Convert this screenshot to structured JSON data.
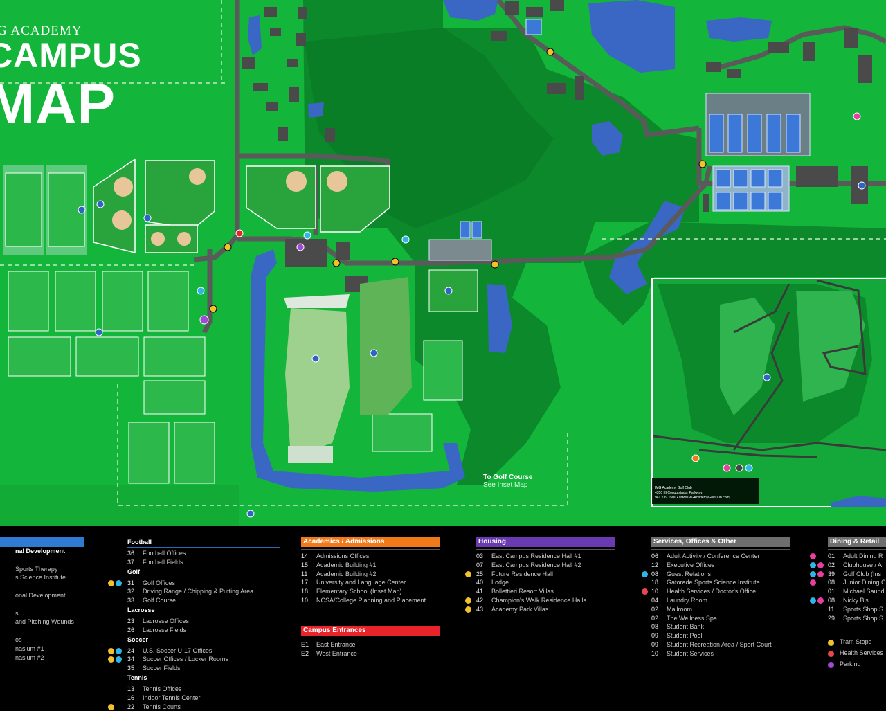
{
  "map": {
    "title_small": "G ACADEMY",
    "title_line1": "CAMPUS",
    "title_line2": "MAP",
    "golf_label": "To Golf Course",
    "golf_sub": "See Inset Map",
    "inset_caption": [
      "IMG Academy Golf Club",
      "4350 El Conquistador Parkway",
      "941.739.1500 • www.IMGAcademyGolfClub.com"
    ],
    "colors": {
      "grass": "#13b53a",
      "forest": "#0d8a2b",
      "water": "#3a66c4",
      "road": "#5b5b5b",
      "field_dark": "#25a13a",
      "court": "#3b78d8"
    }
  },
  "legend": {
    "col1": {
      "header": "",
      "header_color": "#2f7bd1",
      "items": [
        {
          "n": "",
          "t": "nal Development",
          "bold": true
        },
        {
          "n": "",
          "t": ""
        },
        {
          "n": "",
          "t": "Sports Therapy"
        },
        {
          "n": "",
          "t": "s Science Institute"
        },
        {
          "n": "",
          "t": ""
        },
        {
          "n": "",
          "t": "onal Development"
        },
        {
          "n": "",
          "t": ""
        },
        {
          "n": "",
          "t": "s"
        },
        {
          "n": "",
          "t": "and Pitching Wounds"
        },
        {
          "n": "",
          "t": ""
        },
        {
          "n": "",
          "t": "os"
        },
        {
          "n": "",
          "t": "nasium #1"
        },
        {
          "n": "",
          "t": "nasium #2"
        }
      ]
    },
    "col2": {
      "sections": [
        {
          "name": "Football",
          "items": [
            {
              "n": "36",
              "t": "Football Offices"
            },
            {
              "n": "37",
              "t": "Football Fields"
            }
          ]
        },
        {
          "name": "Golf",
          "items": [
            {
              "n": "31",
              "t": "Golf Offices",
              "dots": [
                "#f2c12e",
                "#2fb6e6"
              ]
            },
            {
              "n": "32",
              "t": "Driving Range / Chipping & Putting Area"
            },
            {
              "n": "33",
              "t": "Golf Course"
            }
          ]
        },
        {
          "name": "Lacrosse",
          "items": [
            {
              "n": "23",
              "t": "Lacrosse Offices"
            },
            {
              "n": "26",
              "t": "Lacrosse Fields"
            }
          ]
        },
        {
          "name": "Soccer",
          "items": [
            {
              "n": "24",
              "t": "U.S. Soccer U-17 Offices",
              "dots": [
                "#f2c12e",
                "#2fb6e6"
              ]
            },
            {
              "n": "34",
              "t": "Soccer Offices / Locker Rooms",
              "dots": [
                "#f2c12e",
                "#2fb6e6"
              ]
            },
            {
              "n": "35",
              "t": "Soccer Fields"
            }
          ]
        },
        {
          "name": "Tennis",
          "items": [
            {
              "n": "13",
              "t": "Tennis Offices"
            },
            {
              "n": "16",
              "t": "Indoor Tennis Center"
            },
            {
              "n": "22",
              "t": "Tennis Courts",
              "dots": [
                "#f2c12e"
              ]
            }
          ]
        }
      ]
    },
    "col3": {
      "header": "Academics / Admissions",
      "header_color": "#f07a1a",
      "items": [
        {
          "n": "14",
          "t": "Admissions Offices"
        },
        {
          "n": "15",
          "t": "Academic Building #1"
        },
        {
          "n": "11",
          "t": "Academic Building #2"
        },
        {
          "n": "17",
          "t": "University and Language Center"
        },
        {
          "n": "18",
          "t": "Elementary School (Inset Map)"
        },
        {
          "n": "10",
          "t": "NCSA/College Planning and Placement"
        }
      ],
      "header2": "Campus Entrances",
      "header2_color": "#e8232a",
      "items2": [
        {
          "n": "E1",
          "t": "East Entrance"
        },
        {
          "n": "E2",
          "t": "West Entrance"
        }
      ]
    },
    "col4": {
      "header": "Housing",
      "header_color": "#6a3ab0",
      "items": [
        {
          "n": "03",
          "t": "East Campus Residence Hall #1"
        },
        {
          "n": "07",
          "t": "East Campus Residence Hall #2"
        },
        {
          "n": "25",
          "t": "Future Residence Hall",
          "dots": [
            "#f2c12e"
          ]
        },
        {
          "n": "40",
          "t": "Lodge"
        },
        {
          "n": "41",
          "t": "Bollettieri Resort Villas"
        },
        {
          "n": "42",
          "t": "Champion's Walk Residence Halls",
          "dots": [
            "#f2c12e"
          ]
        },
        {
          "n": "43",
          "t": "Academy Park Villas",
          "dots": [
            "#f2c12e"
          ]
        }
      ]
    },
    "col5": {
      "header": "Services, Offices & Other",
      "header_color": "#6e6e6e",
      "items": [
        {
          "n": "06",
          "t": "Adult Activity / Conference Center"
        },
        {
          "n": "12",
          "t": "Executive Offices"
        },
        {
          "n": "08",
          "t": "Guest Relations",
          "dots": [
            "#2fb6e6"
          ]
        },
        {
          "n": "18",
          "t": "Gatorade Sports Science Institute"
        },
        {
          "n": "10",
          "t": "Health Services / Doctor's Office",
          "dots": [
            "#e8474f"
          ]
        },
        {
          "n": "04",
          "t": "Laundry Room"
        },
        {
          "n": "02",
          "t": "Mailroom"
        },
        {
          "n": "02",
          "t": "The Wellness Spa"
        },
        {
          "n": "08",
          "t": "Student Bank"
        },
        {
          "n": "09",
          "t": "Student Pool"
        },
        {
          "n": "09",
          "t": "Student Recreation Area / Sport Court"
        },
        {
          "n": "10",
          "t": "Student Services"
        }
      ]
    },
    "col6": {
      "header": "Dining & Retail",
      "header_color": "#6e6e6e",
      "items": [
        {
          "n": "01",
          "t": "Adult Dining R",
          "dots": [
            "#e83da1"
          ]
        },
        {
          "n": "02",
          "t": "Clubhouse / A",
          "dots": [
            "#2fb6e6",
            "#e83da1"
          ]
        },
        {
          "n": "39",
          "t": "Golf Club (Ins",
          "dots": [
            "#2fb6e6",
            "#e83da1"
          ]
        },
        {
          "n": "08",
          "t": "Junior Dining C",
          "dots": [
            "#e83da1"
          ]
        },
        {
          "n": "01",
          "t": "Michael Saund"
        },
        {
          "n": "08",
          "t": "Nicky B's",
          "dots": [
            "#2fb6e6",
            "#e83da1"
          ]
        },
        {
          "n": "11",
          "t": "Sports Shop S"
        },
        {
          "n": "29",
          "t": "Sports Shop S"
        }
      ],
      "keys": [
        {
          "t": "Tram Stops",
          "color": "#f2c12e"
        },
        {
          "t": "Health Services",
          "color": "#e8474f"
        },
        {
          "t": "Parking",
          "color": "#a04ad8"
        }
      ]
    }
  }
}
